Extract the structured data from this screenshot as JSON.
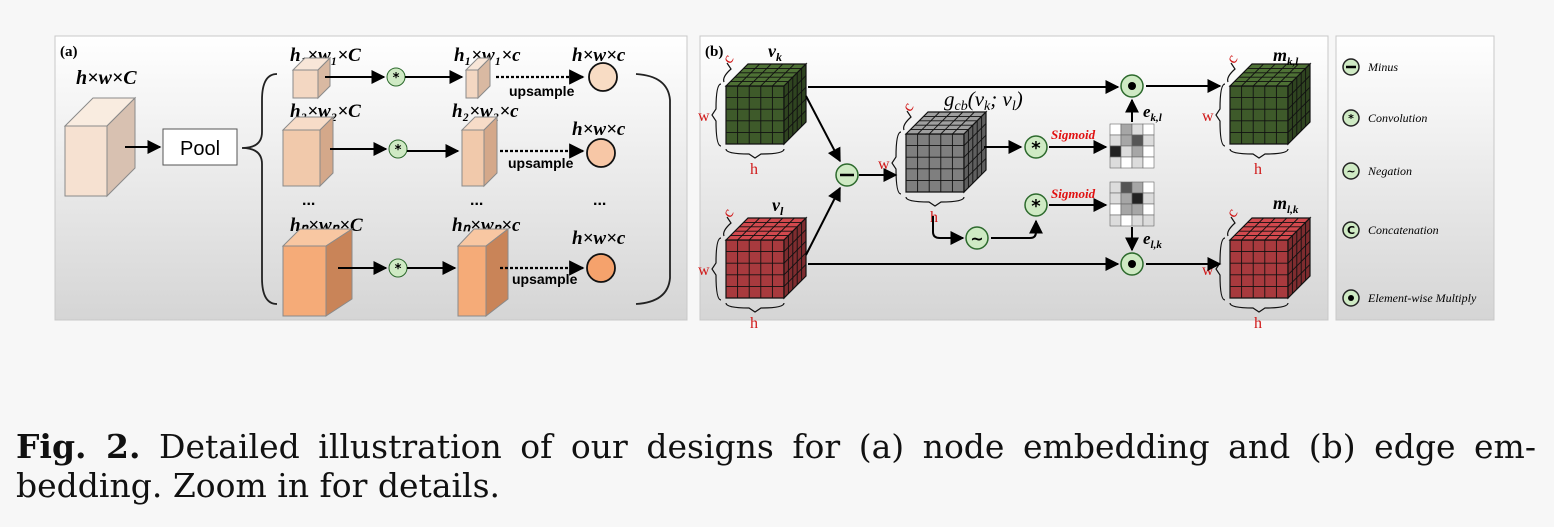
{
  "panel_a": {
    "label": "(a)",
    "input_label": "h×w×C",
    "pool_label": "Pool",
    "branch_labels": [
      "h₁×w₁×C",
      "h₂×w₂×C",
      "hₙ×wₙ×C"
    ],
    "conv_labels": [
      "h₁×w₁×c",
      "h₂×w₂×c",
      "hₙ×wₙ×c"
    ],
    "output_label": "h×w×c",
    "upsample_label": "upsample",
    "ellipsis": "..."
  },
  "panel_b": {
    "label": "(b)",
    "vk_label": "v",
    "vk_sub": "k",
    "vl_label": "v",
    "vl_sub": "l",
    "gcb_label": "g",
    "gcb_sub": "cb",
    "gcb_args": "(v",
    "gcb_args_k": "k",
    "gcb_args_sep": "; v",
    "gcb_args_l": "l",
    "gcb_args_end": ")",
    "sigmoid_label": "Sigmoid",
    "ekl_label": "e",
    "ekl_sub": "k,l",
    "elk_label": "e",
    "elk_sub": "l,k",
    "mkl_label": "m",
    "mkl_sub": "k,l",
    "mlk_label": "m",
    "mlk_sub": "l,k",
    "dim_c": "c",
    "dim_w": "w",
    "dim_h": "h"
  },
  "legend": {
    "items": [
      {
        "symbol": "−",
        "label": "Minus"
      },
      {
        "symbol": "*",
        "label": "Convolution"
      },
      {
        "symbol": "~",
        "label": "Negation"
      },
      {
        "symbol": "C",
        "label": "Concatenation"
      },
      {
        "symbol": "•",
        "label": "Element-wise Multiply"
      }
    ]
  },
  "caption": {
    "prefix": "Fig. 2.",
    "text": " Detailed illustration of our designs for (a) node embedding and (b) edge em- bedding. Zoom in for details."
  },
  "colors": {
    "green_cube": "#3e5a2a",
    "red_cube": "#a83a3e",
    "gray_cube": "#7f7f7f",
    "op_circle": "#cfeac4",
    "sigmoid_red": "#e01010"
  }
}
